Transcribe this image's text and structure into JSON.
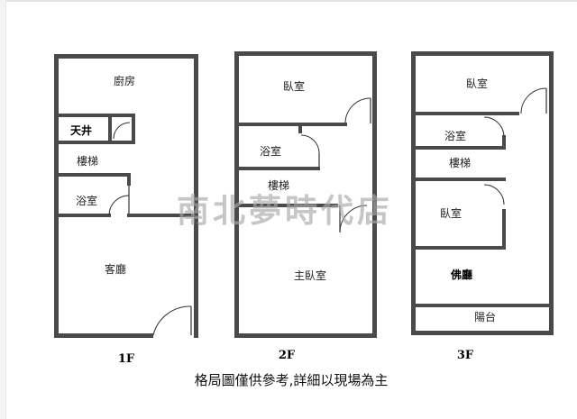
{
  "watermark": "南北夢時代店",
  "caption": "格局圖僅供參考,詳細以現場為主",
  "floors": {
    "f1": {
      "label": "1F",
      "rooms": {
        "kitchen": "廚房",
        "courtyard": "天井",
        "stairs": "樓梯",
        "bathroom": "浴室",
        "living": "客廳"
      }
    },
    "f2": {
      "label": "2F",
      "rooms": {
        "bedroom": "臥室",
        "bathroom": "浴室",
        "stairs": "樓梯",
        "master": "主臥室"
      }
    },
    "f3": {
      "label": "3F",
      "rooms": {
        "bedroom_top": "臥室",
        "bathroom": "浴室",
        "stairs": "樓梯",
        "bedroom_mid": "臥室",
        "shrine": "佛廳",
        "balcony": "陽台"
      }
    }
  }
}
